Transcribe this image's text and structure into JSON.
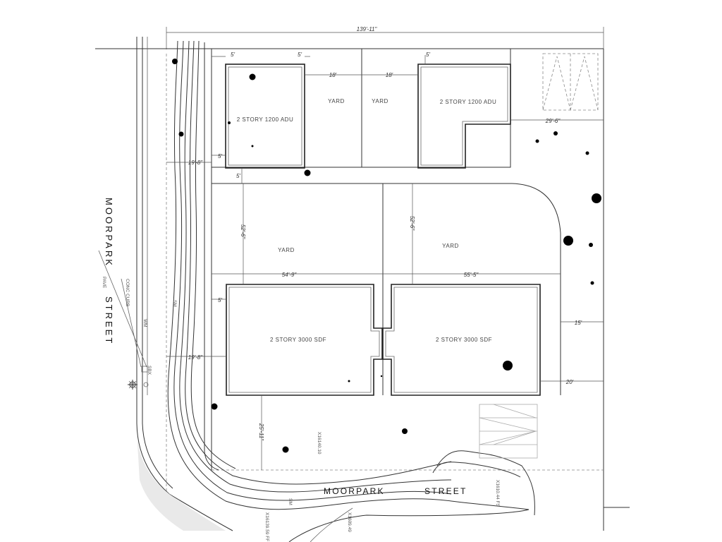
{
  "street_names": {
    "left_line1": "MOORPARK",
    "left_line2": "STREET",
    "bottom_word1": "MOORPARK",
    "bottom_word2": "STREET"
  },
  "left_notes": {
    "conc_curb": "CONC CURB",
    "pave": "PAVE",
    "wm": "WM",
    "sm_top": "SM",
    "sbx": "SBX"
  },
  "buildings": {
    "adu_left": "2 STORY 1200 ADU",
    "adu_right": "2 STORY 1200 ADU",
    "sdf_left": "2 STORY 3000 SDF",
    "sdf_right": "2 STORY 3000 SDF"
  },
  "yards": {
    "top_left": "YARD",
    "top_right": "YARD",
    "mid_left": "YARD",
    "mid_right": "YARD"
  },
  "dimensions": {
    "overall_width": "139'-11\"",
    "adu_setback_left": "5'",
    "adu_setback_right": "5'",
    "adu_setback_right2": "5'",
    "yard_gap_left": "18'",
    "yard_gap_right": "18'",
    "adu_right_offset": "29'-6\"",
    "side_setback_top": "5'",
    "front_setback_top": "19'-8\"",
    "rear_setback": "5'",
    "yard_depth_left": "52'-6\"",
    "yard_depth_right": "52'-6\"",
    "sdf_width_left": "54'-9\"",
    "sdf_width_right": "55'-5\"",
    "side_setback_sdf": "5'",
    "front_setback_sdf": "19'-8\"",
    "east_setback_top": "15'",
    "east_setback_bottom": "20'",
    "front_yard_depth": "25'-11\""
  },
  "elevations": {
    "e1": "X16140.10",
    "e2": "X1610.44 FS",
    "e3": "X16139.59 FF",
    "e4": "X1609.49",
    "sm_bottom": "SM"
  }
}
